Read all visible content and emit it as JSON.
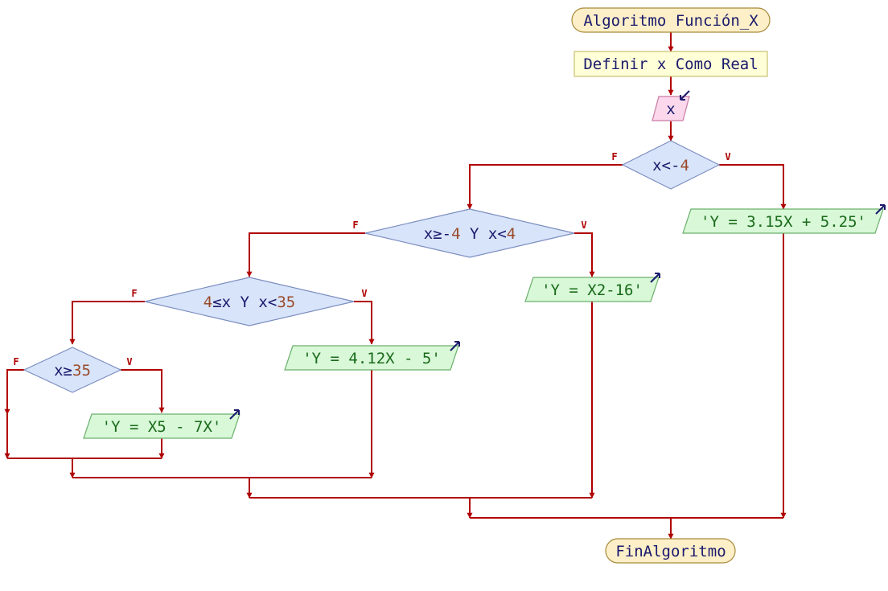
{
  "title": "Algoritmo Función_X",
  "end": "FinAlgoritmo",
  "definition": "Definir x Como Real",
  "read_var": "x",
  "branch_false": "F",
  "branch_true": "V",
  "decisions": [
    {
      "id": "d1",
      "parts": [
        {
          "t": "x<-",
          "k": "op"
        },
        {
          "t": "4",
          "k": "num"
        }
      ]
    },
    {
      "id": "d2",
      "parts": [
        {
          "t": "x≥-",
          "k": "op"
        },
        {
          "t": "4",
          "k": "num"
        },
        {
          "t": " Y x<",
          "k": "op"
        },
        {
          "t": "4",
          "k": "num"
        }
      ]
    },
    {
      "id": "d3",
      "parts": [
        {
          "t": "4",
          "k": "num"
        },
        {
          "t": "≤x Y x<",
          "k": "op"
        },
        {
          "t": "35",
          "k": "num"
        }
      ]
    },
    {
      "id": "d4",
      "parts": [
        {
          "t": "x≥",
          "k": "op"
        },
        {
          "t": "35",
          "k": "num"
        }
      ]
    }
  ],
  "outputs": [
    {
      "id": "o1",
      "text": "'Y = 3.15X + 5.25'"
    },
    {
      "id": "o2",
      "text": "'Y = X2-16'"
    },
    {
      "id": "o3",
      "text": "'Y = 4.12X - 5'"
    },
    {
      "id": "o4",
      "text": "'Y = X5 - 7X'"
    }
  ],
  "colors": {
    "edge": "#b00000",
    "terminal_fill": "#fdefc8",
    "terminal_stroke": "#a88a3a",
    "process_fill": "#ffffd8",
    "process_stroke": "#c8c070",
    "input_fill": "#fcd8ec",
    "input_stroke": "#c87aa2",
    "decision_fill": "#d8e4fa",
    "decision_stroke": "#7c8ec0",
    "output_fill": "#d8f8d8",
    "output_stroke": "#6cb06c",
    "text_code": "#1a1a6c",
    "text_number": "#9a4a2a",
    "text_string": "#1a6a1a",
    "io_arrow": "#1a1a6c"
  }
}
